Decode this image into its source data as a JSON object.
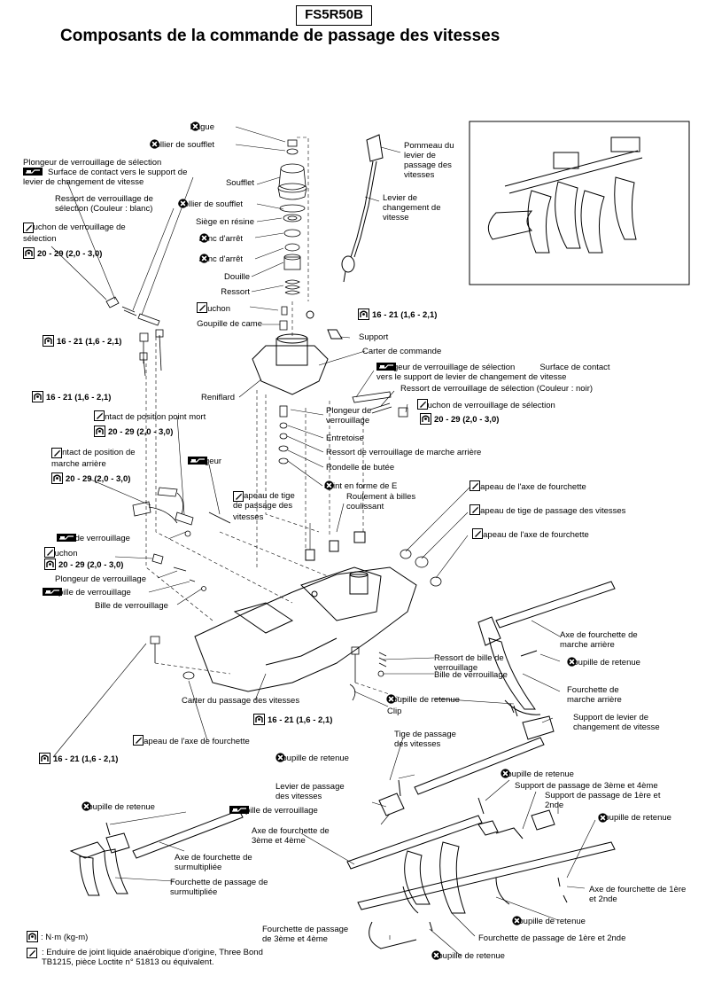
{
  "model": "FS5R50B",
  "title": "Composants de la commande de passage des vitesses",
  "torque_16_21": "16 - 21 (1,6 - 2,1)",
  "torque_20_29": "20 - 29 (2,0 - 3,0)",
  "labels": {
    "bague": "Bague",
    "collier_soufflet": "Collier de soufflet",
    "soufflet": "Soufflet",
    "collier_soufflet2": "Collier de soufflet",
    "siege_resine": "Siège en résine",
    "jonc1": "Jonc d'arrêt",
    "jonc2": "Jonc d'arrêt",
    "douille": "Douille",
    "ressort": "Ressort",
    "bouchon": "Bouchon",
    "goupille_came": "Goupille de came",
    "support": "Support",
    "carter_commande": "Carter de commande",
    "reniflard": "Reniflard",
    "pommeau": "Pommeau du levier de passage des vitesses",
    "levier": "Levier de changement de vitesse",
    "plongeur_sel_title": "Plongeur de verrouillage de sélection",
    "plongeur_sel_surface": "Surface de contact vers le support de levier de changement de vitesse",
    "ressort_sel_blanc": "Ressort de verrouillage de sélection (Couleur : blanc)",
    "bouchon_sel_left": "Bouchon de verrouillage de sélection",
    "plongeur_sel2_title": "Plongeur de verrouillage de sélection",
    "plongeur_sel2_surface": "Surface de contact vers le support de levier de changement de vitesse",
    "ressort_sel_noir": "Ressort de verrouillage de sélection (Couleur : noir)",
    "bouchon_sel_right": "Bouchon de verrouillage de sélection",
    "plongeur_verr": "Plongeur de verrouillage",
    "entretoise": "Entretoise",
    "ressort_ma": "Ressort de verrouillage de marche arrière",
    "rondelle": "Rondelle de butée",
    "joint_e": "Joint en forme de E",
    "roulement": "Roulement à billes coulissant",
    "contact_pm": "Contact de position point mort",
    "contact_ma": "Contact de position de marche arrière",
    "plongeur": "Plongeur",
    "chapeau_tige_left": "Chapeau de tige de passage des vitesses",
    "chapeau_axe1": "Chapeau de l'axe de fourchette",
    "chapeau_tige_right": "Chapeau de tige de passage des vitesses",
    "chapeau_axe2": "Chapeau de l'axe de fourchette",
    "bille_verr1": "Bille de verrouillage",
    "bouchon2": "Bouchon",
    "plongeur_verr2": "Plongeur de verrouillage",
    "goupille_verr": "Goupille de verrouillage",
    "bille_verr2": "Bille de verrouillage",
    "axe_ma": "Axe de fourchette de marche arrière",
    "goupille_ret1": "Goupille de retenue",
    "ressort_bille": "Ressort de bille de verrouillage",
    "bille_verr3": "Bille de verrouillage",
    "goupille_ret2": "Goupille de retenue",
    "fourchette_ma": "Fourchette de marche arrière",
    "clip": "Clip",
    "carter_passage": "Carter du passage des vitesses",
    "support_levier": "Support de levier de changement de vitesse",
    "chapeau_axe3": "Chapeau de l'axe de fourchette",
    "tige_passage": "Tige de passage des vitesses",
    "goupille_ret3": "Goupille de retenue",
    "goupille_ret4": "Goupille de retenue",
    "support_3_4": "Support de passage de 3ème et 4ème",
    "levier_passage": "Levier de passage des vitesses",
    "support_1_2": "Support de passage de 1ère et 2nde",
    "goupille_ret5": "Goupille de retenue",
    "goupille_ret6": "Goupille de retenue",
    "goupille_verr2": "Goupille de verrouillage",
    "axe_3_4": "Axe de fourchette de 3ème et 4ème",
    "axe_surm": "Axe de fourchette de surmultipliée",
    "fourchette_surm": "Fourchette de passage de surmultipliée",
    "axe_1_2": "Axe de fourchette de 1ère et 2nde",
    "goupille_ret7": "Goupille de retenue",
    "fourchette_3_4": "Fourchette de passage de 3ème et 4ème",
    "fourchette_1_2": "Fourchette de passage de 1ère et 2nde",
    "goupille_ret8": "Goupille de retenue"
  },
  "legend": {
    "torque": ": N·m (kg-m)",
    "sealant": ": Enduire de joint liquide anaérobique d'origine, Three Bond TB1215, pièce Loctite n° 51813 ou équivalent."
  },
  "icons": [
    "discard-x-icon",
    "sealant-wrench-icon",
    "torque-wrench-icon",
    "oil-can-icon"
  ]
}
